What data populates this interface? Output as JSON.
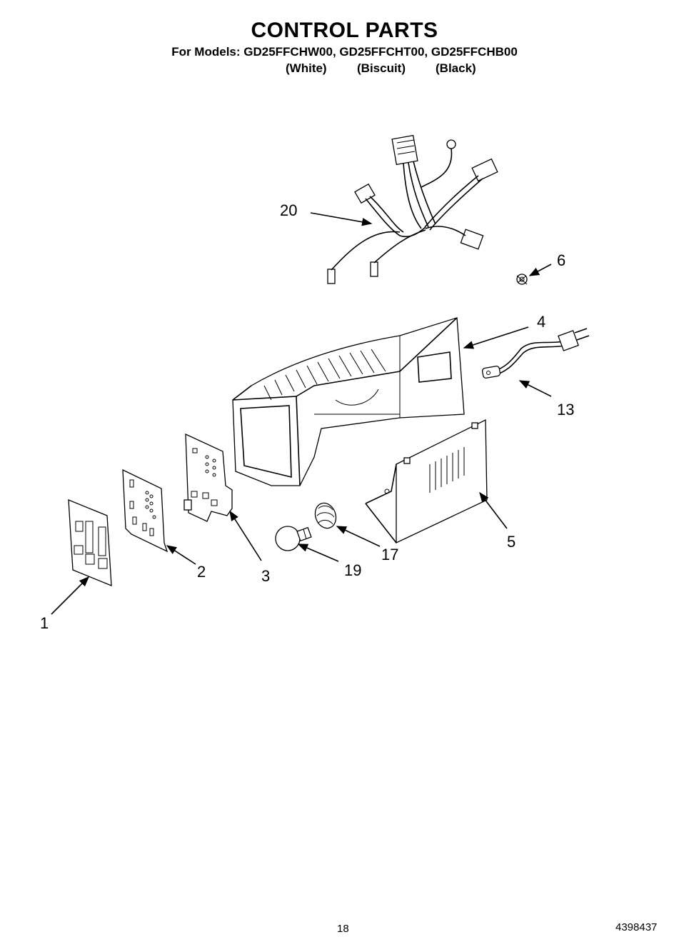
{
  "header": {
    "title": "CONTROL PARTS",
    "models": "For Models: GD25FFCHW00, GD25FFCHT00, GD25FFCHB00",
    "color_white": "(White)",
    "color_biscuit": "(Biscuit)",
    "color_black": "(Black)"
  },
  "callouts": {
    "p1": "1",
    "p2": "2",
    "p3": "3",
    "p4": "4",
    "p5": "5",
    "p6": "6",
    "p13": "13",
    "p17": "17",
    "p19": "19",
    "p20": "20"
  },
  "footer": {
    "page_number": "18",
    "doc_number": "4398437"
  }
}
